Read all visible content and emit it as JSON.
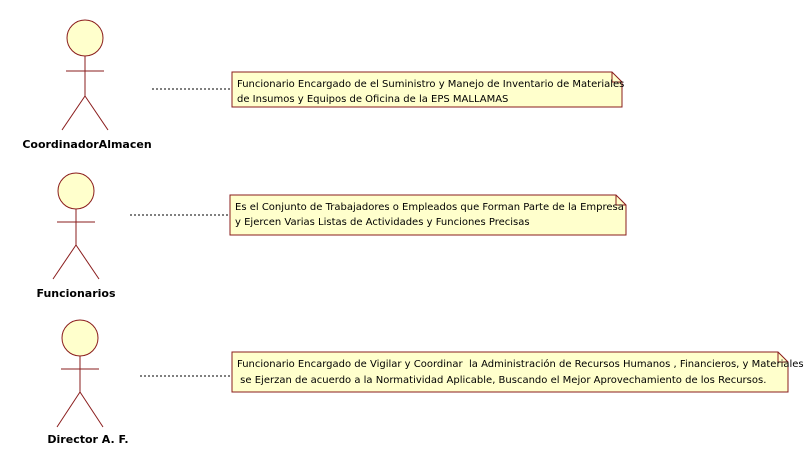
{
  "colors": {
    "actor_fill": "#ffffcc",
    "actor_stroke": "#8a1c1c",
    "note_fill": "#ffffcc",
    "note_stroke": "#8a1c1c"
  },
  "actors": [
    {
      "name": "CoordinadorAlmacen",
      "note_lines": [
        "Funcionario Encargado de el Suministro y Manejo de Inventario de Materiales",
        "de Insumos y Equipos de Oficina de la EPS MALLAMAS"
      ]
    },
    {
      "name": "Funcionarios",
      "note_lines": [
        "Es el Conjunto de Trabajadores o Empleados que Forman Parte de la Empresa",
        "y Ejercen Varias Listas de Actividades y Funciones Precisas"
      ]
    },
    {
      "name": "Director A. F.",
      "note_lines": [
        "Funcionario Encargado de Vigilar y Coordinar  la Administración de Recursos Humanos , Financieros, y Materiales",
        " se Ejerzan de acuerdo a la Normatividad Aplicable, Buscando el Mejor Aprovechamiento de los Recursos."
      ]
    }
  ]
}
